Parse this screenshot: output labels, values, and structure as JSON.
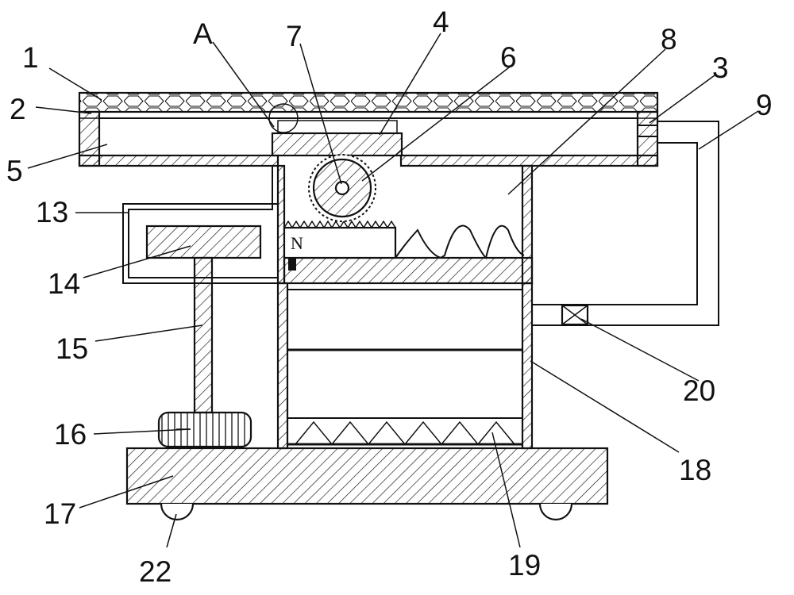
{
  "labels": {
    "l1": "1",
    "l2": "2",
    "l3": "3",
    "l4": "4",
    "l5": "5",
    "l6": "6",
    "l7": "7",
    "l8": "8",
    "l9": "9",
    "lA": "A",
    "l13": "13",
    "l14": "14",
    "l15": "15",
    "l16": "16",
    "l17": "17",
    "l18": "18",
    "l19": "19",
    "l20": "20",
    "l22": "22"
  },
  "magnet_mark": "N"
}
